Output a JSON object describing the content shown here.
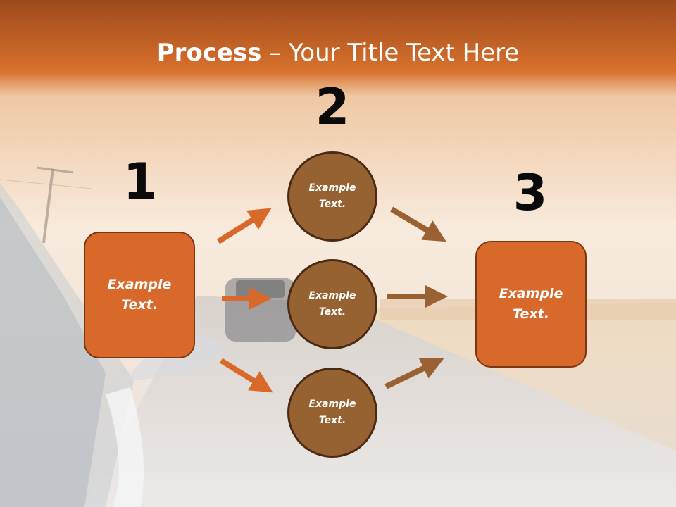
{
  "slide": {
    "title_bold": "Process",
    "title_rest": " – Your Title Text Here"
  },
  "steps": {
    "one": "1",
    "two": "2",
    "three": "3"
  },
  "box_left": {
    "text": "Example Text."
  },
  "box_right": {
    "text": "Example Text."
  },
  "circles": [
    {
      "text": "Example Text."
    },
    {
      "text": "Example Text."
    },
    {
      "text": "Example Text."
    }
  ],
  "colors": {
    "banner": "#d86f2a",
    "box_fill": "#d9692a",
    "circle_fill": "#966232",
    "arrow_orange": "#d9692a",
    "arrow_brown": "#9a6232"
  }
}
